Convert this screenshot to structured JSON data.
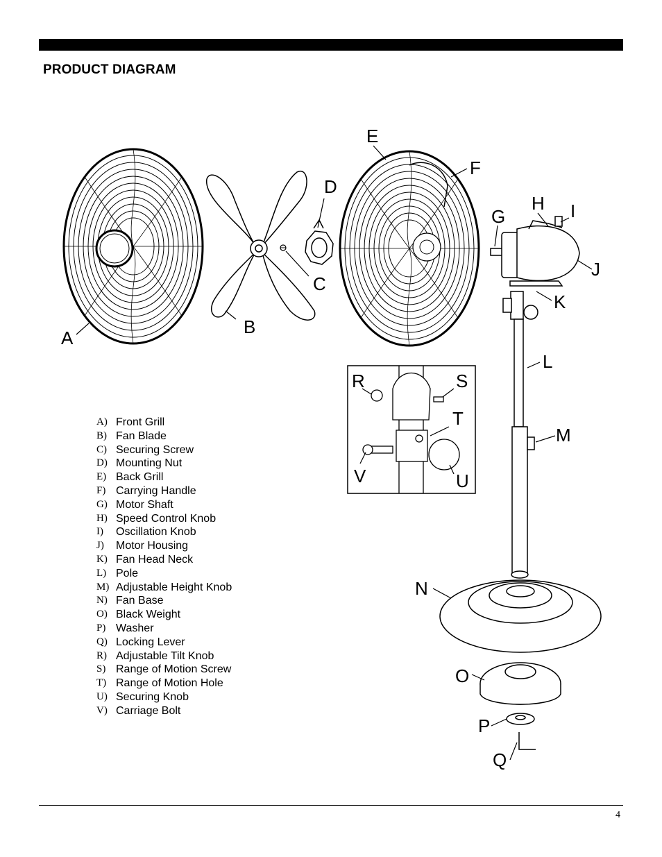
{
  "header": {
    "title": "PRODUCT DIAGRAM"
  },
  "callouts": [
    {
      "letter": "A"
    },
    {
      "letter": "B"
    },
    {
      "letter": "C"
    },
    {
      "letter": "D"
    },
    {
      "letter": "E"
    },
    {
      "letter": "F"
    },
    {
      "letter": "G"
    },
    {
      "letter": "H"
    },
    {
      "letter": "I"
    },
    {
      "letter": "J"
    },
    {
      "letter": "K"
    },
    {
      "letter": "L"
    },
    {
      "letter": "M"
    },
    {
      "letter": "N"
    },
    {
      "letter": "O"
    },
    {
      "letter": "P"
    },
    {
      "letter": "Q"
    },
    {
      "letter": "R"
    },
    {
      "letter": "S"
    },
    {
      "letter": "T"
    },
    {
      "letter": "U"
    },
    {
      "letter": "V"
    }
  ],
  "parts": [
    {
      "letter": "A)",
      "name": "Front Grill"
    },
    {
      "letter": "B)",
      "name": "Fan Blade"
    },
    {
      "letter": "C)",
      "name": "Securing Screw"
    },
    {
      "letter": "D)",
      "name": "Mounting Nut"
    },
    {
      "letter": "E)",
      "name": "Back Grill"
    },
    {
      "letter": "F)",
      "name": "Carrying Handle"
    },
    {
      "letter": "G)",
      "name": "Motor Shaft"
    },
    {
      "letter": "H)",
      "name": "Speed Control Knob"
    },
    {
      "letter": "I)",
      "name": "Oscillation Knob"
    },
    {
      "letter": "J)",
      "name": "Motor Housing"
    },
    {
      "letter": "K)",
      "name": "Fan Head Neck"
    },
    {
      "letter": "L)",
      "name": "Pole"
    },
    {
      "letter": "M)",
      "name": "Adjustable Height Knob"
    },
    {
      "letter": "N)",
      "name": "Fan Base"
    },
    {
      "letter": "O)",
      "name": "Black Weight"
    },
    {
      "letter": "P)",
      "name": "Washer"
    },
    {
      "letter": "Q)",
      "name": "Locking Lever"
    },
    {
      "letter": "R)",
      "name": "Adjustable Tilt Knob"
    },
    {
      "letter": "S)",
      "name": "Range of Motion Screw"
    },
    {
      "letter": "T)",
      "name": "Range of Motion Hole"
    },
    {
      "letter": "U)",
      "name": "Securing Knob"
    },
    {
      "letter": "V)",
      "name": "Carriage Bolt"
    }
  ],
  "footer": {
    "page_number": "4"
  }
}
